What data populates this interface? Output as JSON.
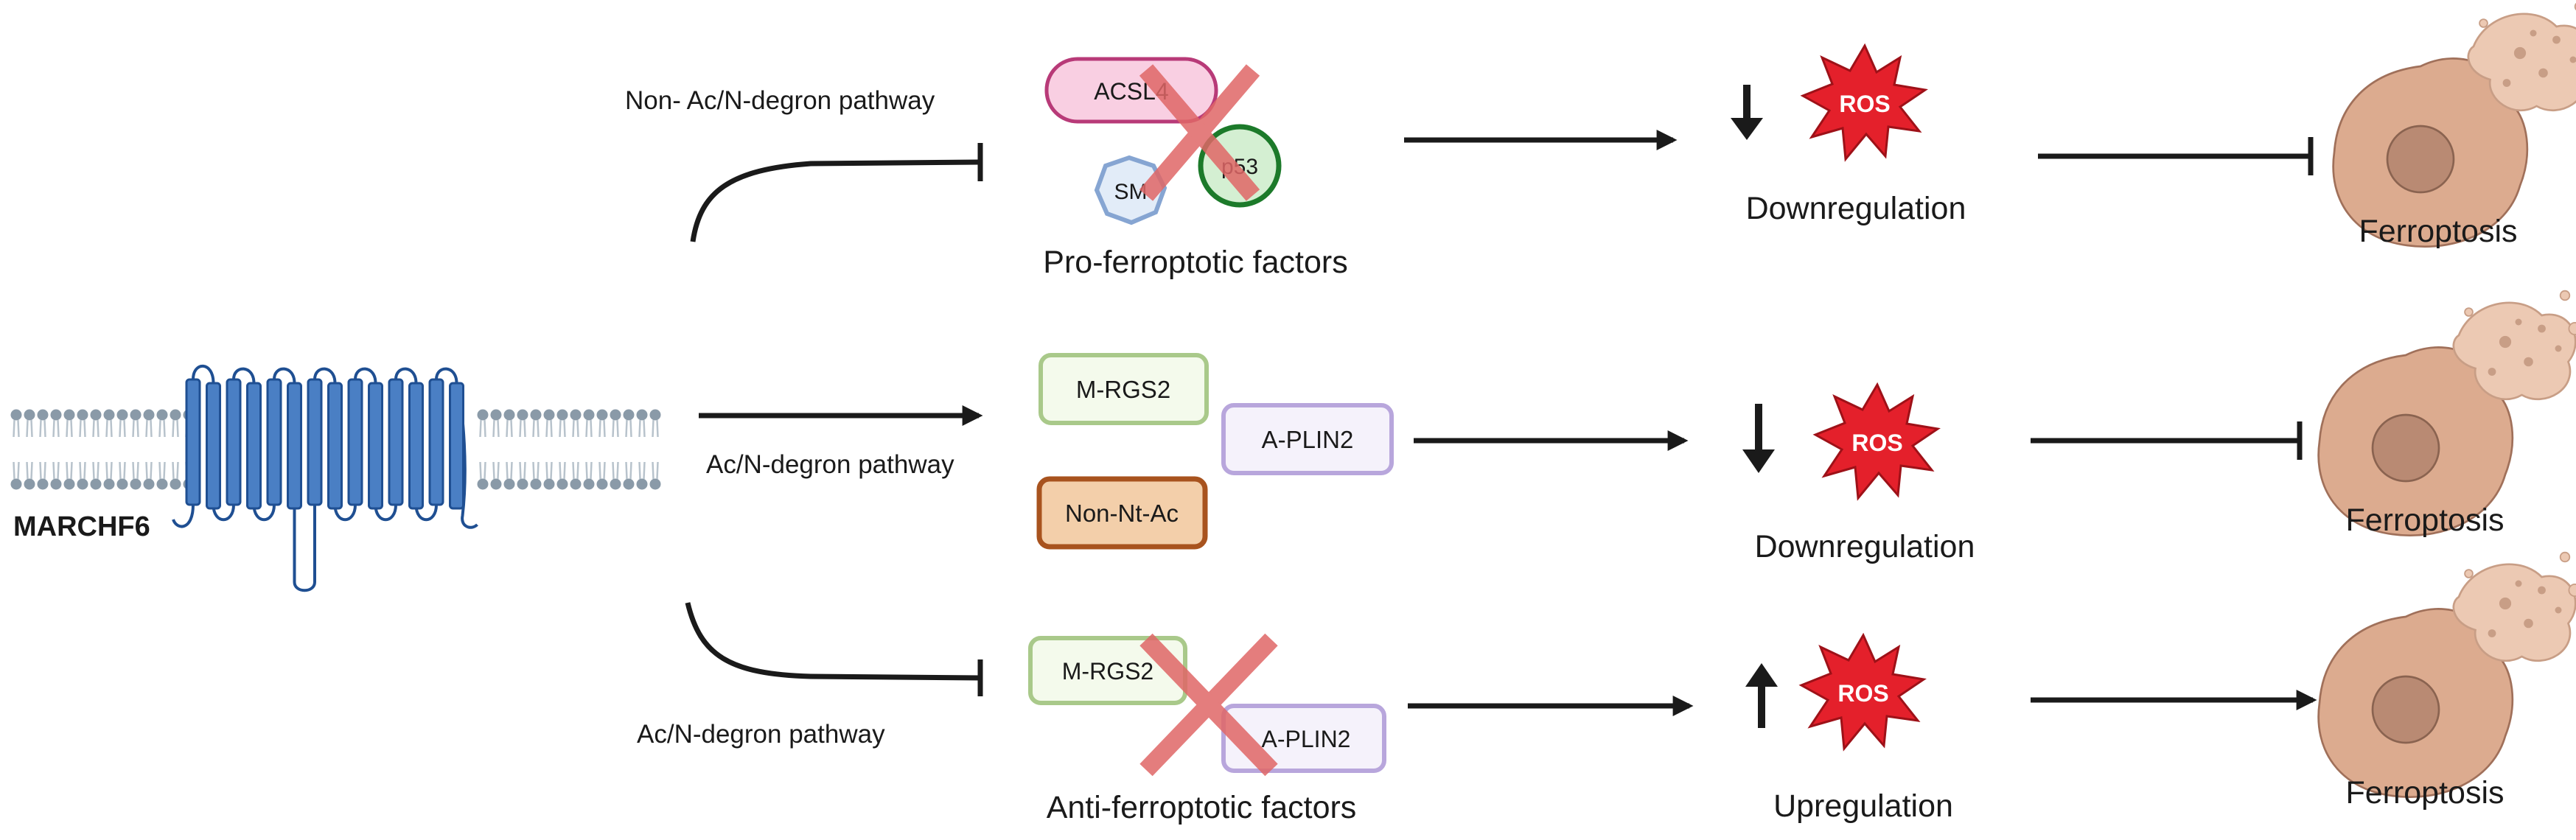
{
  "protein_label": "MARCHF6",
  "rows": {
    "top": {
      "pathway": "Non- Ac/N-degron pathway",
      "factor_group": "Pro-ferroptotic factors",
      "factors": [
        "ACSL4",
        "p53",
        "SM"
      ],
      "factors_crossed": true,
      "ros": "ROS",
      "ros_direction": "down",
      "regulation": "Downregulation",
      "outcome": "Ferroptosis",
      "outcome_arrow": "inhibit"
    },
    "middle": {
      "pathway": "Ac/N-degron pathway",
      "factors": [
        "M-RGS2",
        "A-PLIN2",
        "Non-Nt-Ac"
      ],
      "factors_crossed": false,
      "ros": "ROS",
      "ros_direction": "down",
      "regulation": "Downregulation",
      "outcome": "Ferroptosis",
      "outcome_arrow": "inhibit"
    },
    "bottom": {
      "pathway": "Ac/N-degron pathway",
      "factor_group": "Anti-ferroptotic factors",
      "factors": [
        "M-RGS2",
        "A-PLIN2"
      ],
      "factors_crossed": true,
      "ros": "ROS",
      "ros_direction": "up",
      "regulation": "Upregulation",
      "outcome": "Ferroptosis",
      "outcome_arrow": "activate"
    }
  },
  "colors": {
    "acsl4_fill": "#f9cfe2",
    "acsl4_stroke": "#b83a78",
    "p53_fill": "#d4efd2",
    "p53_stroke": "#1c7a2a",
    "sm_fill": "#e2ecf8",
    "sm_stroke": "#86a5d2",
    "mrgs2_fill": "#f4faec",
    "mrgs2_stroke": "#a9c98a",
    "aplin2_fill": "#f5f2fb",
    "aplin2_stroke": "#b8a6dc",
    "nonntac_fill": "#f3cfaa",
    "nonntac_stroke": "#a8531e",
    "cross": "#e06767",
    "ros": "#e4202b",
    "membrane_protein": "#4a7fc4",
    "cell_body": "#d9a88c",
    "nucleus": "#b98a73"
  }
}
